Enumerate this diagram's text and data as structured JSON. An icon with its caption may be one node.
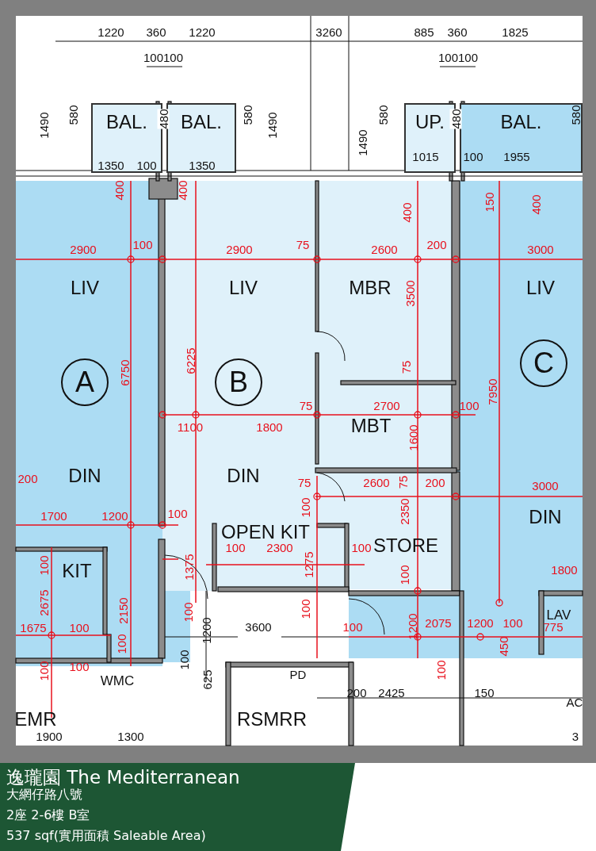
{
  "diagram": {
    "title": "逸瓏園 The Mediterranean",
    "nodes": [
      {
        "text": [
          "BAL."
        ]
      },
      {
        "text": [
          "BAL."
        ]
      },
      {
        "text": [
          "UP."
        ]
      },
      {
        "text": [
          "BAL."
        ]
      },
      {
        "text": [
          "A"
        ]
      },
      {
        "text": [
          "B"
        ]
      },
      {
        "text": [
          "C"
        ]
      }
    ],
    "labels": [
      "1220",
      "360",
      "1220",
      "3260",
      "885",
      "360",
      "1825",
      "100100",
      "100100",
      "580",
      "580",
      "580",
      "580",
      "1490",
      "480",
      "1490",
      "480",
      "1490",
      "1015",
      "100",
      "1955",
      "1350",
      "100",
      "1350",
      "400",
      "400",
      "150",
      "400",
      "400",
      "100",
      "75",
      "200",
      "2900",
      "2900",
      "2600",
      "3000",
      "LIV",
      "LIV",
      "MBR",
      "LIV",
      "3500",
      "6225",
      "75",
      "6750",
      "7950",
      "75",
      "2700",
      "100",
      "1100",
      "1800",
      "MBT",
      "1600",
      "200",
      "DIN",
      "DIN",
      "75",
      "2600",
      "75",
      "200",
      "3000",
      "100",
      "2350",
      "1700",
      "1200",
      "100",
      "DIN",
      "OPEN KIT",
      "100",
      "2300",
      "100",
      "STORE",
      "100",
      "1375",
      "1275",
      "KIT",
      "1800",
      "100",
      "2675",
      "2150",
      "100",
      "100",
      "LAV",
      "1675",
      "100",
      "1200",
      "3600",
      "100",
      "2075",
      "1200",
      "100",
      "775",
      "1200",
      "100",
      "450",
      "100",
      "100",
      "100",
      "100",
      "PD",
      "WMC",
      "625",
      "200",
      "2425",
      "150",
      "AC",
      "EMR",
      "RSMRR",
      "1900",
      "1300",
      "3",
      "大網仔路八號",
      "2座 2-6樓 B室",
      "537 sqf(實用面積 Saleable Area)"
    ]
  }
}
